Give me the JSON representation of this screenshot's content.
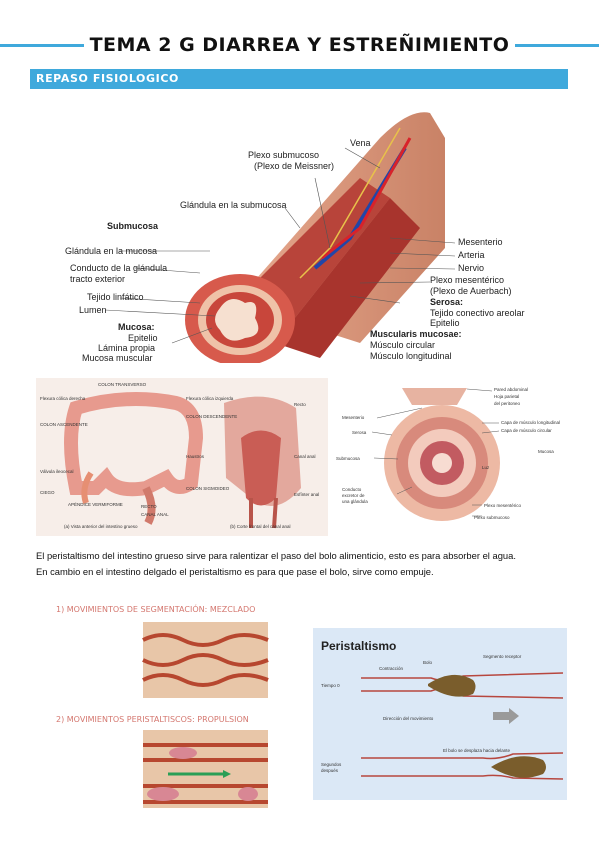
{
  "title": "TEMA 2 G DIARREA Y ESTREÑIMIENTO",
  "section": "REPASO FISIOLOGICO",
  "fig1": {
    "vena": "Vena",
    "plexo_sub_1": "Plexo submucoso",
    "plexo_sub_2": "(Plexo de Meissner)",
    "glandula_submucosa": "Glándula en la submucosa",
    "submucosa": "Submucosa",
    "glandula_mucosa": "Glándula en la mucosa",
    "conducto_1": "Conducto de la glándula",
    "conducto_2": "tracto exterior",
    "tejido_linfatico": "Tejido linfático",
    "lumen": "Lumen",
    "mucosa": "Mucosa:",
    "epitelio": "Epitelio",
    "lamina": "Lámina propia",
    "mucosa_muscular": "Mucosa muscular",
    "mesenterio": "Mesenterio",
    "arteria": "Arteria",
    "nervio": "Nervio",
    "plexo_mes_1": "Plexo mesentérico",
    "plexo_mes_2": "(Plexo de Auerbach)",
    "serosa": "Serosa:",
    "tejido_areolar": "Tejido conectivo areolar",
    "epitelio2": "Epitelio",
    "muscularis": "Muscularis mucosae:",
    "musculo_circular": "Músculo circular",
    "musculo_longitudinal": "Músculo longitudinal"
  },
  "fig3": {
    "pared": "Pared abdominal",
    "hoja": "Hoja parietal",
    "peritoneo": "del peritoneo",
    "mesenterio": "Mesenterio",
    "serosa": "Serosa",
    "capa_long": "Capa de músculo longitudinal",
    "capa_circ": "Capa de músculo circular",
    "submucosa": "Submucosa",
    "mucosa": "Mucosa",
    "luz": "Luz",
    "conducto_1": "Conducto",
    "conducto_2": "excretor de",
    "conducto_3": "una glándula",
    "plexo_mes": "Plexo mesentérico",
    "plexo_sub": "Plexo submucoso"
  },
  "paragraph": [
    "El peristaltismo del intestino grueso sirve para ralentizar el paso del bolo alimenticio, esto es para absorber el agua.",
    "En cambio en el intestino delgado el peristaltismo es para que pase el bolo, sirve como empuje."
  ],
  "fig4": {
    "mov1": "1)  MOVIMIENTOS DE SEGMENTACIÓN: MEZCLADO",
    "mov2": "2)  MOVIMIENTOS PERISTALTISCOS: PROPULSION"
  },
  "fig5": {
    "title": "Peristaltismo",
    "bolo": "Bolo",
    "contraccion": "Contracción",
    "segmento": "Segmento receptor",
    "tiempo": "Tiempo 0",
    "direccion": "Dirección del movimiento",
    "desplaza": "El bolo se desplaza hacia delante",
    "segundos_1": "Segundos",
    "segundos_2": "después"
  },
  "colors": {
    "accent": "#3fa9dc",
    "muscle": "#c2483b",
    "bolus": "#7a5d2c"
  }
}
